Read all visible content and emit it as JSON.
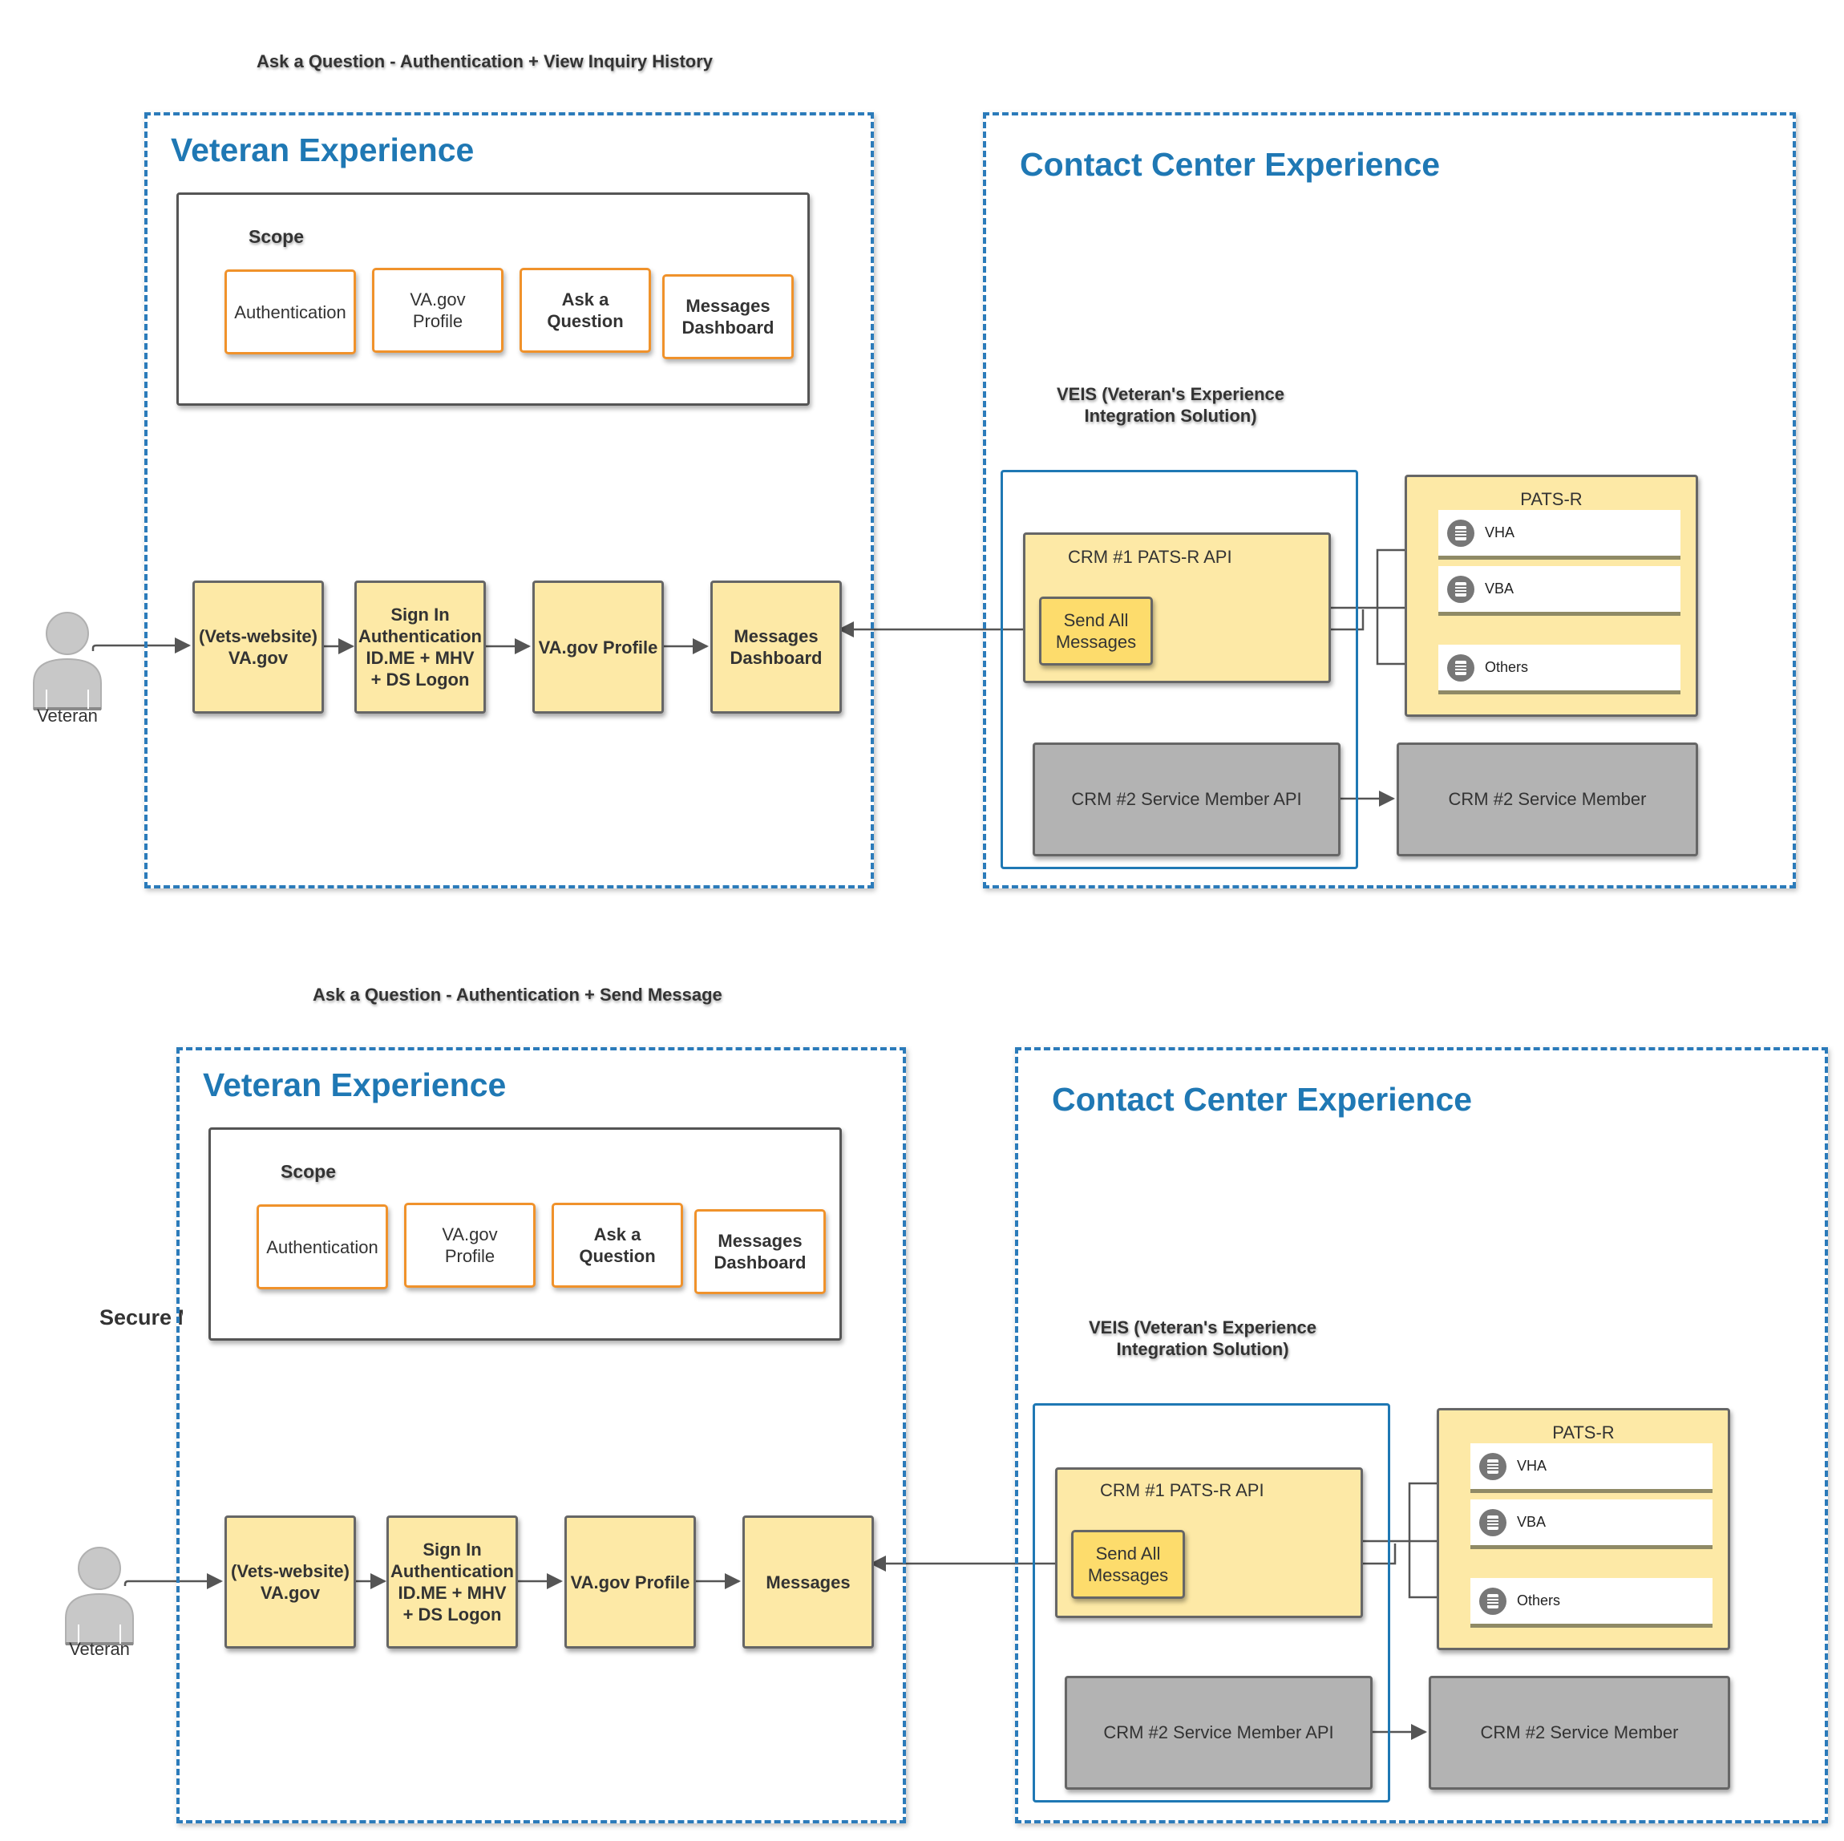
{
  "diagrams": [
    {
      "caption": "Ask a Question - Authentication + View Inquiry History",
      "veteran_experience": {
        "title": "Veteran Experience",
        "scope": {
          "label": "Scope",
          "items": [
            {
              "label": "Authentication",
              "bold": false
            },
            {
              "label": "VA.gov\nProfile",
              "bold": false
            },
            {
              "label": "Ask a\nQuestion",
              "bold": true
            },
            {
              "label": "Messages\nDashboard",
              "bold": true
            }
          ]
        },
        "actor": "Veteran",
        "flow": [
          "(Vets-website)\nVA.gov",
          "Sign In\nAuthentication\nID.ME + MHV\n+ DS Logon",
          "VA.gov Profile",
          "Messages\nDashboard"
        ]
      },
      "contact_center": {
        "title": "Contact Center Experience",
        "veis_title": "VEIS (Veteran's Experience\nIntegration Solution)",
        "crm1_api": "CRM #1 PATS-R API",
        "send_all": "Send All\nMessages",
        "crm2_api": "CRM #2 Service Member API",
        "crm2": "CRM #2 Service Member",
        "pats_r": {
          "title": "PATS-R",
          "databases": [
            "VHA",
            "VBA",
            "Others"
          ]
        }
      }
    },
    {
      "caption": "Ask a Question - Authentication + Send Message",
      "secure_label": "Secure Me",
      "veteran_experience": {
        "title": "Veteran Experience",
        "scope": {
          "label": "Scope",
          "items": [
            {
              "label": "Authentication",
              "bold": false
            },
            {
              "label": "VA.gov\nProfile",
              "bold": false
            },
            {
              "label": "Ask a\nQuestion",
              "bold": true
            },
            {
              "label": "Messages\nDashboard",
              "bold": true
            }
          ]
        },
        "actor": "Veteran",
        "flow": [
          "(Vets-website)\nVA.gov",
          "Sign In\nAuthentication\nID.ME + MHV\n+ DS Logon",
          "VA.gov Profile",
          "Messages"
        ]
      },
      "contact_center": {
        "title": "Contact Center Experience",
        "veis_title": "VEIS (Veteran's Experience\nIntegration Solution)",
        "crm1_api": "CRM #1 PATS-R API",
        "send_all": "Send All\nMessages",
        "crm2_api": "CRM #2 Service Member API",
        "crm2": "CRM #2 Service Member",
        "pats_r": {
          "title": "PATS-R",
          "databases": [
            "VHA",
            "VBA",
            "Others"
          ]
        }
      }
    }
  ],
  "colors": {
    "region_border": "#2b7bba",
    "region_title": "#1f78b4",
    "node_fill": "#fde9a6",
    "send_fill": "#fddc6c",
    "chip_border": "#f0922b",
    "gray_fill": "#b3b3b3",
    "wire": "#555555"
  }
}
